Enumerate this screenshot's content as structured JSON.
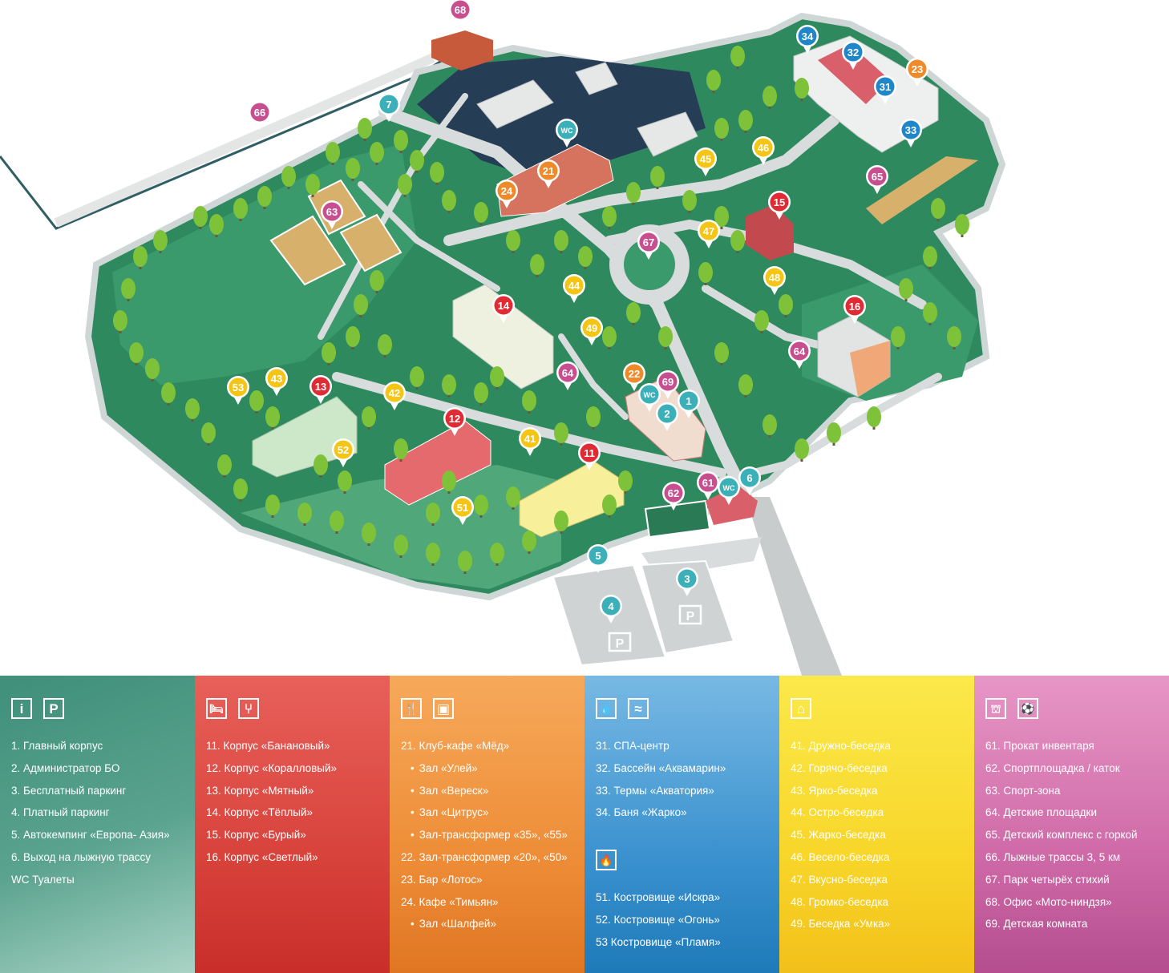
{
  "pins": [
    {
      "label": "68",
      "color": "#c84f8f",
      "kind": "pink"
    },
    {
      "label": "66",
      "color": "#c84f8f",
      "kind": "pink"
    },
    {
      "label": "7",
      "color": "#3bb0b8",
      "kind": "teal"
    },
    {
      "label": "34",
      "color": "#1f86c9",
      "kind": "blue"
    },
    {
      "label": "32",
      "color": "#1f86c9",
      "kind": "blue"
    },
    {
      "label": "23",
      "color": "#ee8a2a",
      "kind": "orange"
    },
    {
      "label": "31",
      "color": "#1f86c9",
      "kind": "blue"
    },
    {
      "label": "33",
      "color": "#1f86c9",
      "kind": "blue"
    },
    {
      "label": "WC",
      "color": "#3bb0b8",
      "kind": "teal"
    },
    {
      "label": "21",
      "color": "#ee8a2a",
      "kind": "orange"
    },
    {
      "label": "24",
      "color": "#ee8a2a",
      "kind": "orange"
    },
    {
      "label": "45",
      "color": "#f5c515",
      "kind": "yellow"
    },
    {
      "label": "46",
      "color": "#f5c515",
      "kind": "yellow"
    },
    {
      "label": "65",
      "color": "#c84f8f",
      "kind": "pink"
    },
    {
      "label": "15",
      "color": "#e02b35",
      "kind": "red"
    },
    {
      "label": "63",
      "color": "#c84f8f",
      "kind": "pink"
    },
    {
      "label": "67",
      "color": "#c84f8f",
      "kind": "pink"
    },
    {
      "label": "47",
      "color": "#f5c515",
      "kind": "yellow"
    },
    {
      "label": "44",
      "color": "#f5c515",
      "kind": "yellow"
    },
    {
      "label": "48",
      "color": "#f5c515",
      "kind": "yellow"
    },
    {
      "label": "14",
      "color": "#e02b35",
      "kind": "red"
    },
    {
      "label": "16",
      "color": "#e02b35",
      "kind": "red"
    },
    {
      "label": "49",
      "color": "#f5c515",
      "kind": "yellow"
    },
    {
      "label": "64",
      "color": "#c84f8f",
      "kind": "pink"
    },
    {
      "label": "64",
      "color": "#c84f8f",
      "kind": "pink"
    },
    {
      "label": "22",
      "color": "#ee8a2a",
      "kind": "orange"
    },
    {
      "label": "69",
      "color": "#c84f8f",
      "kind": "pink"
    },
    {
      "label": "WC",
      "color": "#3bb0b8",
      "kind": "teal"
    },
    {
      "label": "1",
      "color": "#3bb0b8",
      "kind": "teal"
    },
    {
      "label": "2",
      "color": "#3bb0b8",
      "kind": "teal"
    },
    {
      "label": "53",
      "color": "#f5c515",
      "kind": "yellow"
    },
    {
      "label": "43",
      "color": "#f5c515",
      "kind": "yellow"
    },
    {
      "label": "13",
      "color": "#e02b35",
      "kind": "red"
    },
    {
      "label": "42",
      "color": "#f5c515",
      "kind": "yellow"
    },
    {
      "label": "12",
      "color": "#e02b35",
      "kind": "red"
    },
    {
      "label": "41",
      "color": "#f5c515",
      "kind": "yellow"
    },
    {
      "label": "52",
      "color": "#f5c515",
      "kind": "yellow"
    },
    {
      "label": "11",
      "color": "#e02b35",
      "kind": "red"
    },
    {
      "label": "62",
      "color": "#c84f8f",
      "kind": "pink"
    },
    {
      "label": "61",
      "color": "#c84f8f",
      "kind": "pink"
    },
    {
      "label": "WC",
      "color": "#3bb0b8",
      "kind": "teal"
    },
    {
      "label": "6",
      "color": "#3bb0b8",
      "kind": "teal"
    },
    {
      "label": "51",
      "color": "#f5c515",
      "kind": "yellow"
    },
    {
      "label": "5",
      "color": "#3bb0b8",
      "kind": "teal"
    },
    {
      "label": "3",
      "color": "#3bb0b8",
      "kind": "teal"
    },
    {
      "label": "4",
      "color": "#3bb0b8",
      "kind": "teal"
    }
  ],
  "parking_signs": [
    "P",
    "P"
  ],
  "legend": {
    "info": {
      "icons": [
        {
          "name": "info-icon",
          "glyph": "i"
        },
        {
          "name": "parking-icon",
          "glyph": "P"
        }
      ],
      "items": [
        "1. Главный корпус",
        "2. Администратор БО",
        "3. Бесплатный паркинг",
        "4. Платный паркинг",
        "5. Автокемпинг «Европа- Азия»",
        "6. Выход на лыжную трассу",
        "WC Туалеты"
      ]
    },
    "housing": {
      "icons": [
        {
          "name": "bed-icon",
          "glyph": "🛏"
        },
        {
          "name": "chair-icon",
          "glyph": "⑂"
        }
      ],
      "items": [
        "11. Корпус «Банановый»",
        "12. Корпус «Коралловый»",
        "13. Корпус «Мятный»",
        "14. Корпус «Тёплый»",
        "15. Корпус «Бурый»",
        "16. Корпус «Светлый»"
      ]
    },
    "food": {
      "icons": [
        {
          "name": "fork-knife-icon",
          "glyph": "🍴"
        },
        {
          "name": "hall-icon",
          "glyph": "▣"
        }
      ],
      "items": [
        {
          "text": "21. Клуб-кафе «Мёд»",
          "sub": false
        },
        {
          "text": "Зал «Улей»",
          "sub": true
        },
        {
          "text": "Зал «Вереск»",
          "sub": true
        },
        {
          "text": "Зал «Цитрус»",
          "sub": true
        },
        {
          "text": "Зал-трансформер «35», «55»",
          "sub": true
        },
        {
          "text": "22. Зал-трансформер «20», «50»",
          "sub": false
        },
        {
          "text": "23. Бар «Лотос»",
          "sub": false
        },
        {
          "text": "24. Кафе «Тимьян»",
          "sub": false
        },
        {
          "text": "Зал «Шалфей»",
          "sub": true
        }
      ]
    },
    "spa": {
      "icons": [
        {
          "name": "water-drop-icon",
          "glyph": "💧"
        },
        {
          "name": "swim-icon",
          "glyph": "≈"
        }
      ],
      "items": [
        "31. СПА-центр",
        "32. Бассейн «Аквамарин»",
        "33. Термы «Акватория»",
        "34. Баня «Жарко»"
      ],
      "fire_icon": {
        "name": "fire-icon",
        "glyph": "🔥"
      },
      "fire_items": [
        "51. Костровище «Искра»",
        "52. Костровище «Огонь»",
        "53 Костровище «Пламя»"
      ]
    },
    "gazebo": {
      "icons": [
        {
          "name": "gazebo-icon",
          "glyph": "⌂"
        }
      ],
      "items": [
        "41. Дружно-беседка",
        "42. Горячо-беседка",
        "43. Ярко-беседка",
        "44. Остро-беседка",
        "45. Жарко-беседка",
        "46. Весело-беседка",
        "47. Вкусно-беседка",
        "48. Громко-беседка",
        "49. Беседка «Умка»"
      ]
    },
    "leisure": {
      "icons": [
        {
          "name": "playground-icon",
          "glyph": "⛫"
        },
        {
          "name": "ball-icon",
          "glyph": "⚽"
        }
      ],
      "items": [
        "61. Прокат инвентаря",
        "62. Спортплощадка / каток",
        "63. Спорт-зона",
        "64. Детские площадки",
        "65. Детский комплекс с горкой",
        "66. Лыжные трассы 3, 5 км",
        "67. Парк четырёх стихий",
        "68. Офис «Мото-ниндзя»",
        "69. Детская комната"
      ]
    }
  }
}
